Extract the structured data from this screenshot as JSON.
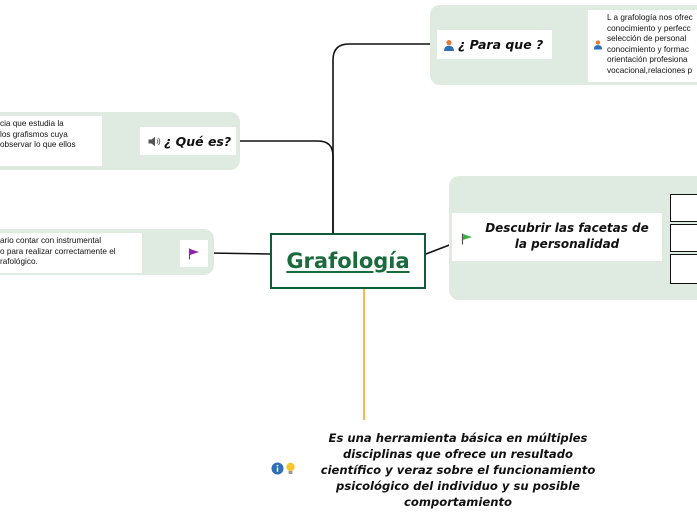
{
  "central": {
    "title": "Grafología"
  },
  "para_que": {
    "label": "¿ Para que ?",
    "note": "L a grafología nos ofrec\nconocimiento y perfecc\nselección de personal\nconocimiento y formac\norientación profesiona\nvocacional,relaciones p"
  },
  "que_es": {
    "label": "¿ Qué es?",
    "note": "cia que estudia la\nlos grafismos cuya\nobservar lo que ellos"
  },
  "instrumental": {
    "note": "ario contar con instrumental\no para realizar correctamente el\nrafológico."
  },
  "facetas": {
    "label_line1": "Descubrir las facetas de",
    "label_line2": "la personalidad"
  },
  "herramienta": {
    "lines": [
      "Es una herramienta básica en múltiples",
      "disciplinas que ofrece un resultado",
      "científico y veraz sobre el funcionamiento",
      "psicológico del individuo y su posible",
      "comportamiento"
    ]
  },
  "colors": {
    "panel": "#dfeae0",
    "connector": "#111111",
    "central_border": "#0f5c3a",
    "central_text": "#1a6b3c",
    "orange_line": "#f5a623",
    "flag_green": "#3cb043",
    "flag_purple": "#8e24aa"
  },
  "icons": {
    "para_que": "person-icon",
    "que_es": "speaker-icon",
    "instrumental": "flag-icon",
    "facetas": "flag-icon",
    "herramienta": [
      "info-icon",
      "lightbulb-icon"
    ]
  }
}
